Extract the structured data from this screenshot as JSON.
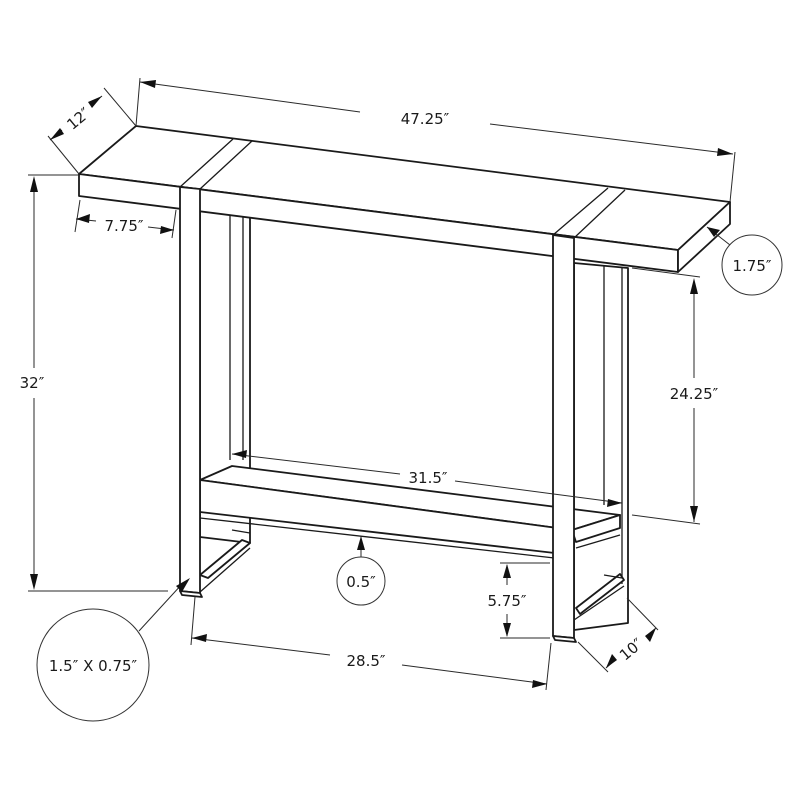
{
  "diagram": {
    "subject": "Console / hall table with metal frame legs and lower shelf",
    "dimensions": {
      "overall_width": "47.25″",
      "top_depth": "12″",
      "top_overhang": "7.75″",
      "top_thickness": "1.75″",
      "overall_height": "32″",
      "top_to_shelf_height": "24.25″",
      "shelf_width": "31.5″",
      "shelf_thickness": "0.5″",
      "shelf_to_floor": "5.75″",
      "inner_leg_spacing": "28.5″",
      "leg_depth": "10″",
      "leg_tube_profile": "1.5″ X 0.75″"
    },
    "callouts": [
      {
        "id": "top_thickness",
        "label": "1.75″"
      },
      {
        "id": "shelf_thickness",
        "label": "0.5″"
      },
      {
        "id": "leg_tube_profile",
        "label": "1.5″ X 0.75″"
      }
    ]
  },
  "colors": {
    "line": "#1a1a1a",
    "background": "#ffffff"
  }
}
